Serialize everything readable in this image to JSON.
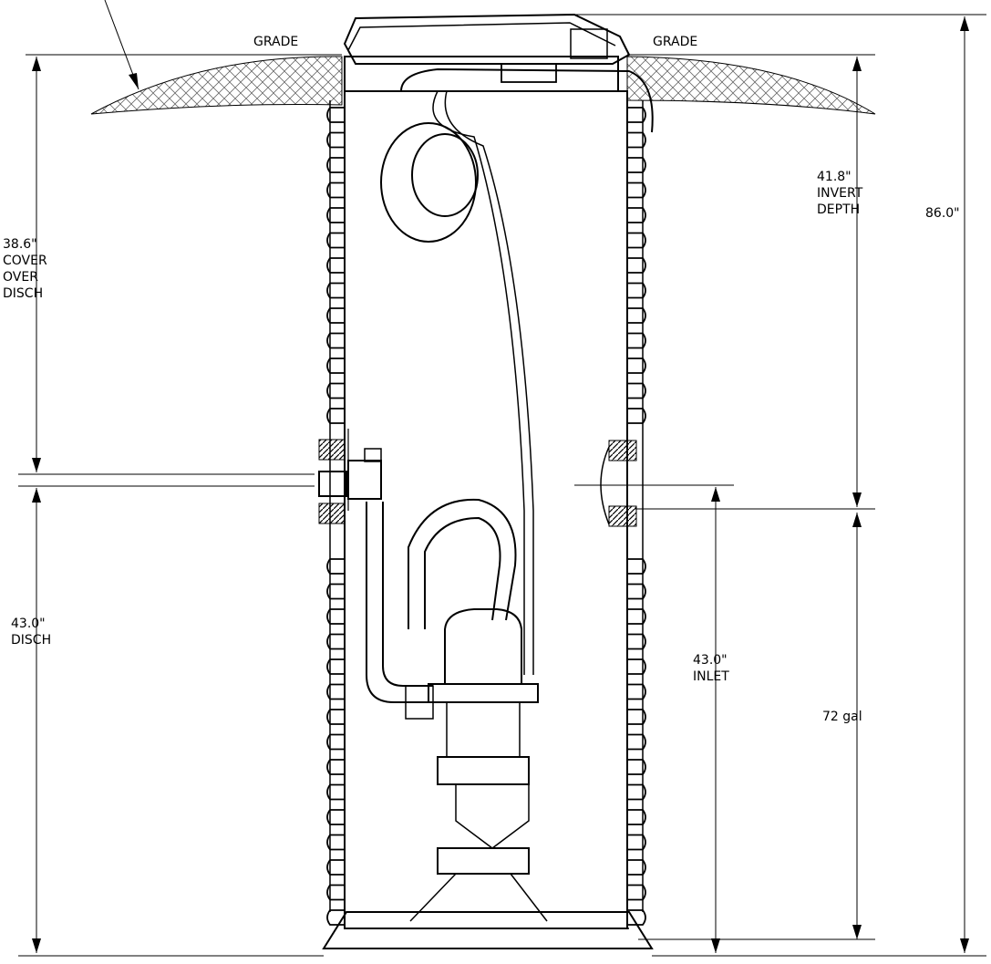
{
  "labels": {
    "grade_left": "GRADE",
    "grade_right": "GRADE",
    "cover_over_disch": [
      "38.6\"",
      "COVER",
      "OVER",
      "DISCH"
    ],
    "disch": [
      "43.0\"",
      "DISCH"
    ],
    "invert_depth": [
      "41.8\"",
      "INVERT",
      "DEPTH"
    ],
    "total_height": "86.0\"",
    "inlet": [
      "43.0\"",
      "INLET"
    ],
    "volume": "72 gal"
  }
}
